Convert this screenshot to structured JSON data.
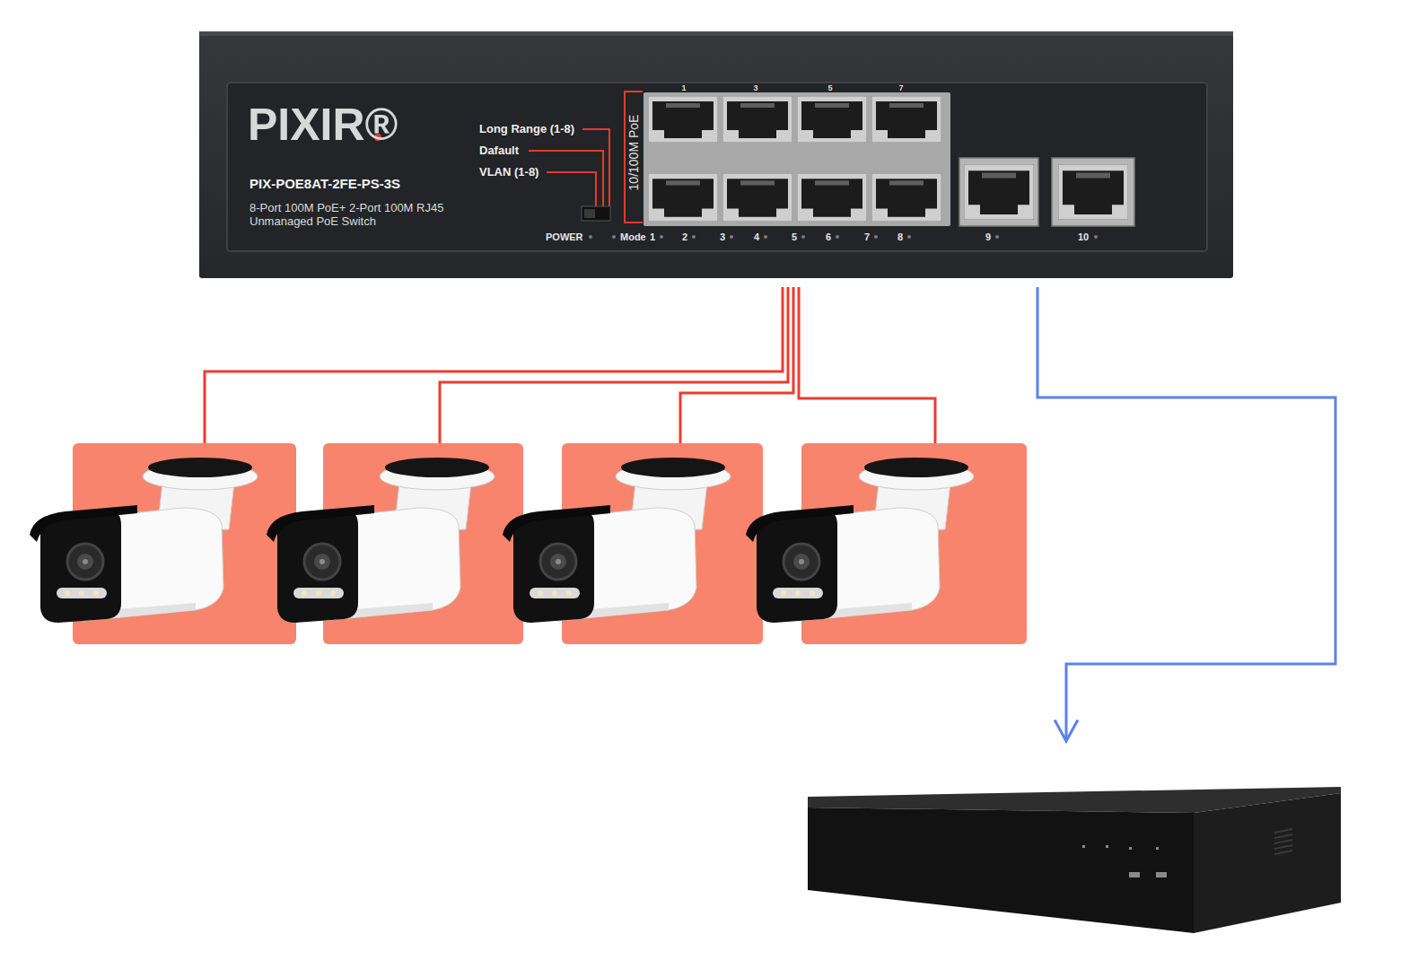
{
  "diagram": {
    "nodes": [
      {
        "text": [
          "PIXIR®",
          "PIX-POE8AT-2FE-PS-3S",
          "8-Port 100M PoE+ 2-Port 100M RJ45 Unmanaged PoE Switch",
          "Long Range (1-8)",
          "Dafault",
          "VLAN (1-8)",
          "10/100M PoE",
          "1",
          "3",
          "5",
          "7",
          "POWER",
          "Mode",
          "1",
          "2",
          "3",
          "4",
          "5",
          "6",
          "7",
          "8",
          "9",
          "10"
        ]
      },
      {
        "text": []
      },
      {
        "text": []
      },
      {
        "text": []
      },
      {
        "text": []
      },
      {
        "text": []
      }
    ],
    "edges": [
      {
        "from": 0,
        "to": 1,
        "arrow": "none"
      },
      {
        "from": 0,
        "to": 2,
        "arrow": "none"
      },
      {
        "from": 0,
        "to": 3,
        "arrow": "none"
      },
      {
        "from": 0,
        "to": 4,
        "arrow": "none"
      },
      {
        "from": 0,
        "to": 5,
        "arrow": "to"
      }
    ]
  }
}
